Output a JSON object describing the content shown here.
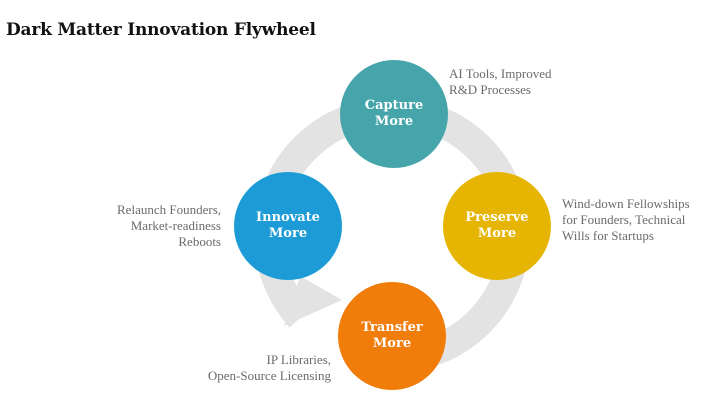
{
  "title": "Dark Matter Innovation Flywheel",
  "colors": {
    "capture": "#45a5ab",
    "preserve": "#e6b503",
    "transfer": "#f07c0a",
    "innovate": "#1c9bd7",
    "ring": "#e3e3e3",
    "note_text": "#6b6b6b"
  },
  "nodes": {
    "capture": {
      "line1": "Capture",
      "line2": "More"
    },
    "preserve": {
      "line1": "Preserve",
      "line2": "More"
    },
    "transfer": {
      "line1": "Transfer",
      "line2": "More"
    },
    "innovate": {
      "line1": "Innovate",
      "line2": "More"
    }
  },
  "notes": {
    "capture": {
      "line1": "AI Tools, Improved",
      "line2": "R&D Processes"
    },
    "preserve": {
      "line1": "Wind-down Fellowships",
      "line2": "for Founders, Technical",
      "line3": "Wills for Startups"
    },
    "transfer": {
      "line1": "IP Libraries,",
      "line2": "Open-Source Licensing"
    },
    "innovate": {
      "line1": "Relaunch Founders,",
      "line2": "Market-readiness",
      "line3": "Reboots"
    }
  }
}
